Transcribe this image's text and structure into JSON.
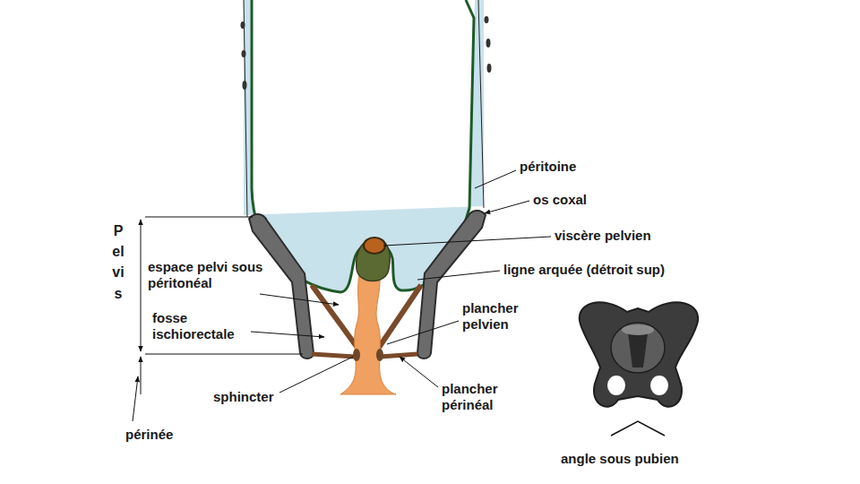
{
  "diagram": {
    "labels": [
      "péritoine",
      "os coxal",
      "viscère pelvien",
      "ligne arquée (détroit sup)",
      "Pelvis",
      "espace pelvi sous péritonéal",
      "fosse ischiorectale",
      "plancher pelvien",
      "sphincter",
      "plancher périnéal",
      "périnée",
      "angle sous pubien"
    ]
  }
}
